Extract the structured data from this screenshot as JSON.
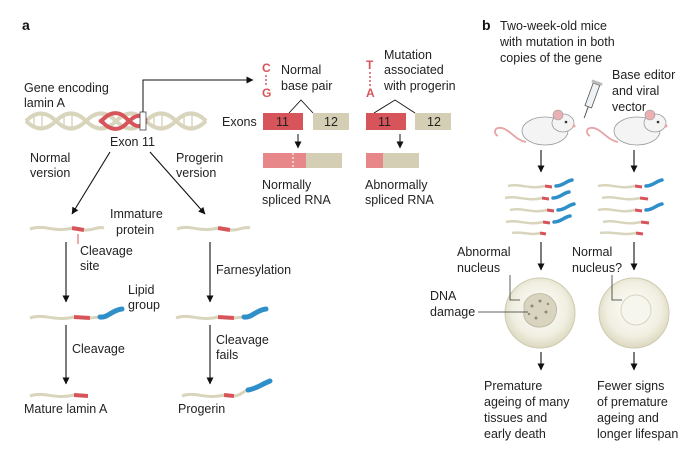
{
  "panel_a": {
    "label": "a",
    "gene_label": [
      "Gene encoding",
      "lamin A"
    ],
    "exon11_label": "Exon 11",
    "normal_version": [
      "Normal",
      "version"
    ],
    "progerin_version": [
      "Progerin",
      "version"
    ],
    "normal_base_pair": [
      "Normal",
      "base pair"
    ],
    "normal_bases": [
      "C",
      "G"
    ],
    "mutation_label": [
      "Mutation",
      "associated",
      "with progerin"
    ],
    "mutation_bases": [
      "T",
      "A"
    ],
    "exons_label": "Exons",
    "exon_numbers": [
      "11",
      "12",
      "11",
      "12"
    ],
    "normally_spliced": [
      "Normally",
      "spliced RNA"
    ],
    "abnormally_spliced": [
      "Abnormally",
      "spliced RNA"
    ],
    "immature_protein": [
      "Immature",
      "protein"
    ],
    "cleavage_site": [
      "Cleavage",
      "site"
    ],
    "lipid_group": [
      "Lipid",
      "group"
    ],
    "cleavage": "Cleavage",
    "farnesylation": "Farnesylation",
    "cleavage_fails": [
      "Cleavage",
      "fails"
    ],
    "mature_lamin": "Mature lamin A",
    "progerin": "Progerin"
  },
  "panel_b": {
    "label": "b",
    "title": [
      "Two-week-old mice",
      "with mutation in both",
      "copies of the gene"
    ],
    "base_editor": [
      "Base editor",
      "and viral",
      "vector"
    ],
    "abnormal_nucleus": [
      "Abnormal",
      "nucleus"
    ],
    "normal_nucleus": [
      "Normal",
      "nucleus?"
    ],
    "dna_damage": [
      "DNA",
      "damage"
    ],
    "outcome_left": [
      "Premature",
      "ageing of many",
      "tissues and",
      "early death"
    ],
    "outcome_right": [
      "Fewer signs",
      "of premature",
      "ageing and",
      "longer lifespan"
    ]
  },
  "colors": {
    "exon_red": "#d7555a",
    "exon_beige": "#d4cfb4",
    "strand": "#d9d5bd",
    "lipid_blue": "#2f8fc8",
    "mouse_pink": "#e9a3a6",
    "arrow": "#111111"
  }
}
